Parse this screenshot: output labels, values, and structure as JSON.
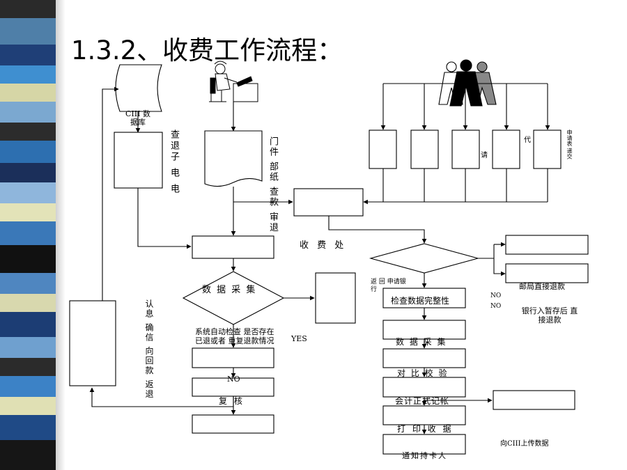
{
  "page": {
    "title": "1.3.2、收费工作流程："
  },
  "diagram": {
    "ciii_db": "CIII 数据库",
    "label_check_sub": "查退子 电 电",
    "label_dept_receive": "门件 部纸 查款 审退",
    "label_fee_office": "收 费 处",
    "label_collect": "数 据 采 集",
    "label_confirm": "认息 确信 向回款 返退",
    "label_sys_check": "系统自动检查 是否存在已退或者 重复退款情况",
    "label_yes": "YES",
    "label_no1": "NO",
    "label_no2": "NO",
    "label_no3": "NO",
    "label_review": "复 核",
    "label_return_bank": "返 回 申请银行",
    "label_check_complete": "检查数据完整性",
    "label_collect2": "数 据 采 集",
    "label_compare": "对 比 校 验",
    "label_accounting": "会计正式记帐",
    "label_print": "打 印 收 据",
    "label_notify": "通知持卡人",
    "label_post_refund": "邮局直接退款",
    "label_bank_refund": "银行入暂存后 直接退款",
    "label_upload": "向CIII上传数据",
    "label_apply": "请",
    "label_agent": "代",
    "label_top_right": "申请表 递交"
  }
}
